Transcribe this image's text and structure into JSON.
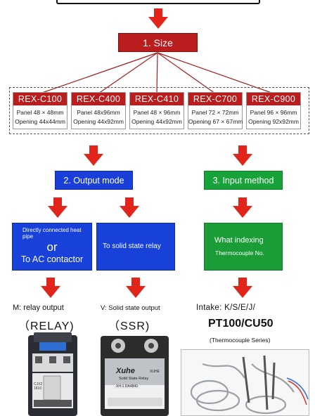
{
  "step1": {
    "label": "1. Size"
  },
  "models": [
    {
      "name": "REX-C100",
      "panel": "Panel 48 × 48mm",
      "opening": "Opening 44x44mm"
    },
    {
      "name": "REX-C400",
      "panel": "Panel 48x96mm",
      "opening": "Opening 44x92mm"
    },
    {
      "name": "REX-C410",
      "panel": "Panel 48 × 96mm",
      "opening": "Opening 44x92mm"
    },
    {
      "name": "REX-C700",
      "panel": "Panel 72 × 72mm",
      "opening": "Opening 67 × 67mm"
    },
    {
      "name": "REX-C900",
      "panel": "Panel 96 × 96mm",
      "opening": "Opening 92x92mm"
    }
  ],
  "step2": {
    "label": "2. Output mode"
  },
  "step3": {
    "label": "3. Input method"
  },
  "relay_box": {
    "line1": "Directly connected heat pipe",
    "line2": "or",
    "line3": "To AC contactor"
  },
  "ssr_box": {
    "text": "To solid state relay"
  },
  "input_box": {
    "line1": "What indexing",
    "line2": "Thermocouple No."
  },
  "relay_out": {
    "caption": "M: relay output",
    "title": "（RELAY)"
  },
  "ssr_out": {
    "caption": "V: Solid state output",
    "title": "（SSR)"
  },
  "input_out": {
    "caption": "Intake: K/S/E/J/",
    "title": "PT100/CU50",
    "note": "(Thermocouple Series)"
  },
  "relay_photo": {
    "brand": "CJX2",
    "model": "1810"
  },
  "ssr_photo": {
    "brand": "Xuhe",
    "type": "Solid State Relay",
    "model": "XH-1 DA4840",
    "logo": "XUHE"
  },
  "colors": {
    "red": "#b91d1d",
    "arrow": "#e1251b",
    "blue": "#1741d9",
    "green": "#1a9d36"
  }
}
